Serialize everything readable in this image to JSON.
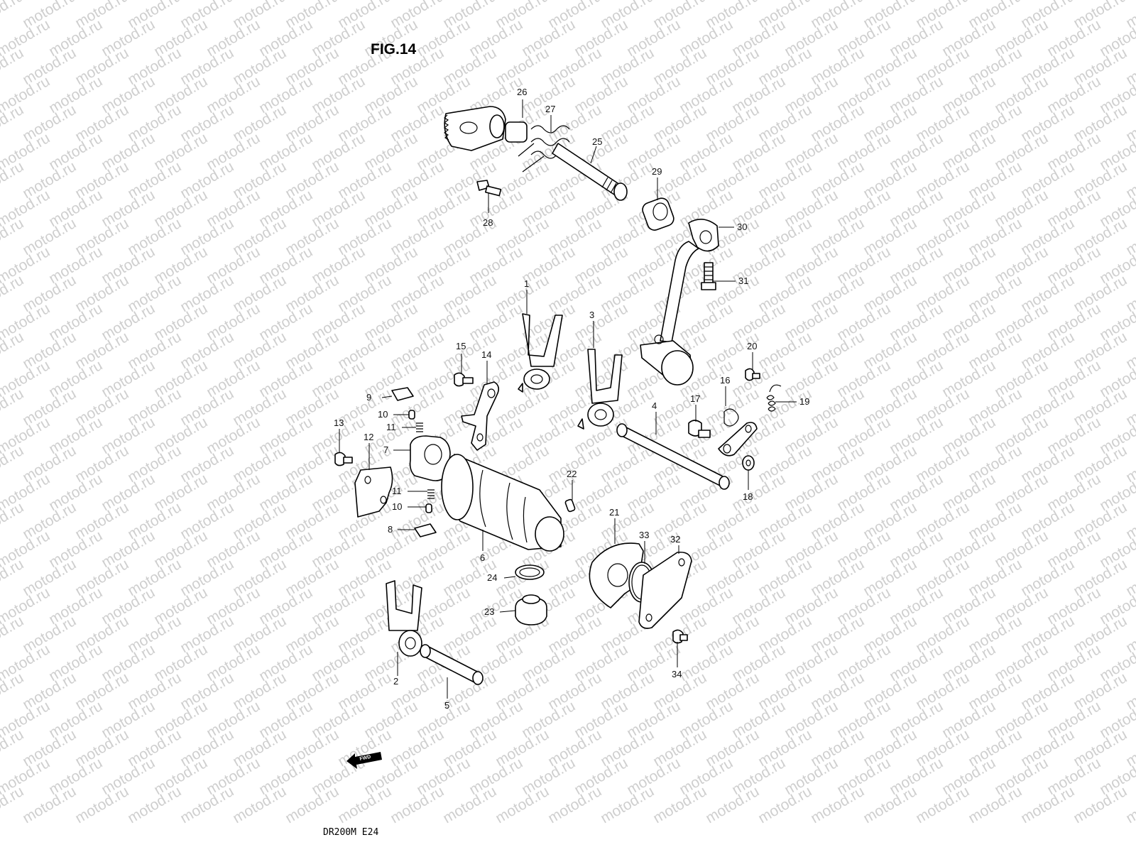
{
  "figure_title": "FIG.14",
  "model_code": "DR200M E24",
  "watermark_text": "motod.ru",
  "direction_label": "FWD",
  "callouts": [
    {
      "id": "26",
      "label": "26"
    },
    {
      "id": "27",
      "label": "27"
    },
    {
      "id": "25",
      "label": "25"
    },
    {
      "id": "29",
      "label": "29"
    },
    {
      "id": "28",
      "label": "28"
    },
    {
      "id": "30",
      "label": "30"
    },
    {
      "id": "31",
      "label": "31"
    },
    {
      "id": "1",
      "label": "1"
    },
    {
      "id": "3",
      "label": "3"
    },
    {
      "id": "15",
      "label": "15"
    },
    {
      "id": "14",
      "label": "14"
    },
    {
      "id": "20",
      "label": "20"
    },
    {
      "id": "9",
      "label": "9"
    },
    {
      "id": "16",
      "label": "16"
    },
    {
      "id": "17",
      "label": "17"
    },
    {
      "id": "19",
      "label": "19"
    },
    {
      "id": "10a",
      "label": "10"
    },
    {
      "id": "11a",
      "label": "11"
    },
    {
      "id": "13",
      "label": "13"
    },
    {
      "id": "4",
      "label": "4"
    },
    {
      "id": "12",
      "label": "12"
    },
    {
      "id": "7",
      "label": "7"
    },
    {
      "id": "22",
      "label": "22"
    },
    {
      "id": "18",
      "label": "18"
    },
    {
      "id": "11b",
      "label": "11"
    },
    {
      "id": "10b",
      "label": "10"
    },
    {
      "id": "8",
      "label": "8"
    },
    {
      "id": "21",
      "label": "21"
    },
    {
      "id": "33",
      "label": "33"
    },
    {
      "id": "32",
      "label": "32"
    },
    {
      "id": "6",
      "label": "6"
    },
    {
      "id": "24",
      "label": "24"
    },
    {
      "id": "23",
      "label": "23"
    },
    {
      "id": "34",
      "label": "34"
    },
    {
      "id": "2",
      "label": "2"
    },
    {
      "id": "5",
      "label": "5"
    }
  ]
}
